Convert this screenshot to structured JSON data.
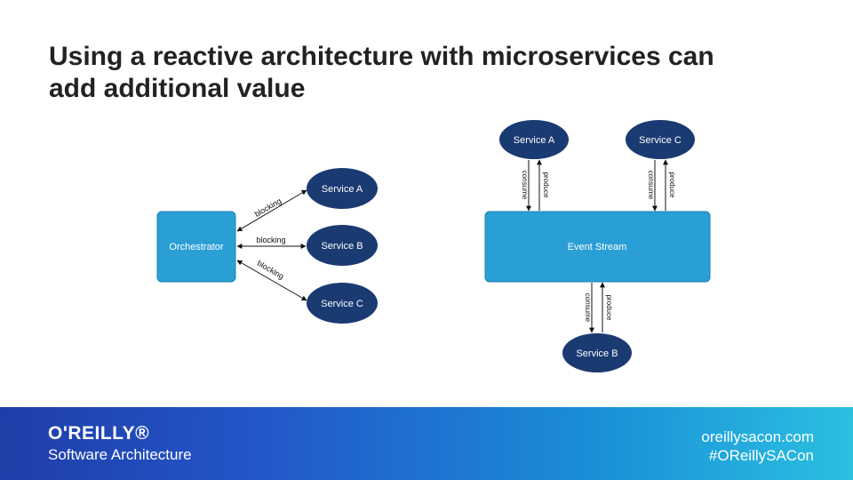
{
  "title": {
    "line1": "Using a reactive architecture with microservices can",
    "line2": "add additional value"
  },
  "left_diagram": {
    "orchestrator": "Orchestrator",
    "services": [
      "Service A",
      "Service B",
      "Service C"
    ],
    "edge_label": "blocking"
  },
  "right_diagram": {
    "event_stream": "Event Stream",
    "service_a": "Service A",
    "service_b": "Service B",
    "service_c": "Service C",
    "consume_label": "consume",
    "produce_label": "produce"
  },
  "footer": {
    "brand_logo": "O'REILLY®",
    "brand_sub": "Software Architecture",
    "website": "oreillysacon.com",
    "hashtag": "#OReillySACon"
  },
  "colors": {
    "box": "#2a9fd6",
    "ellipse": "#1a3a72",
    "text_dark": "#222222"
  }
}
